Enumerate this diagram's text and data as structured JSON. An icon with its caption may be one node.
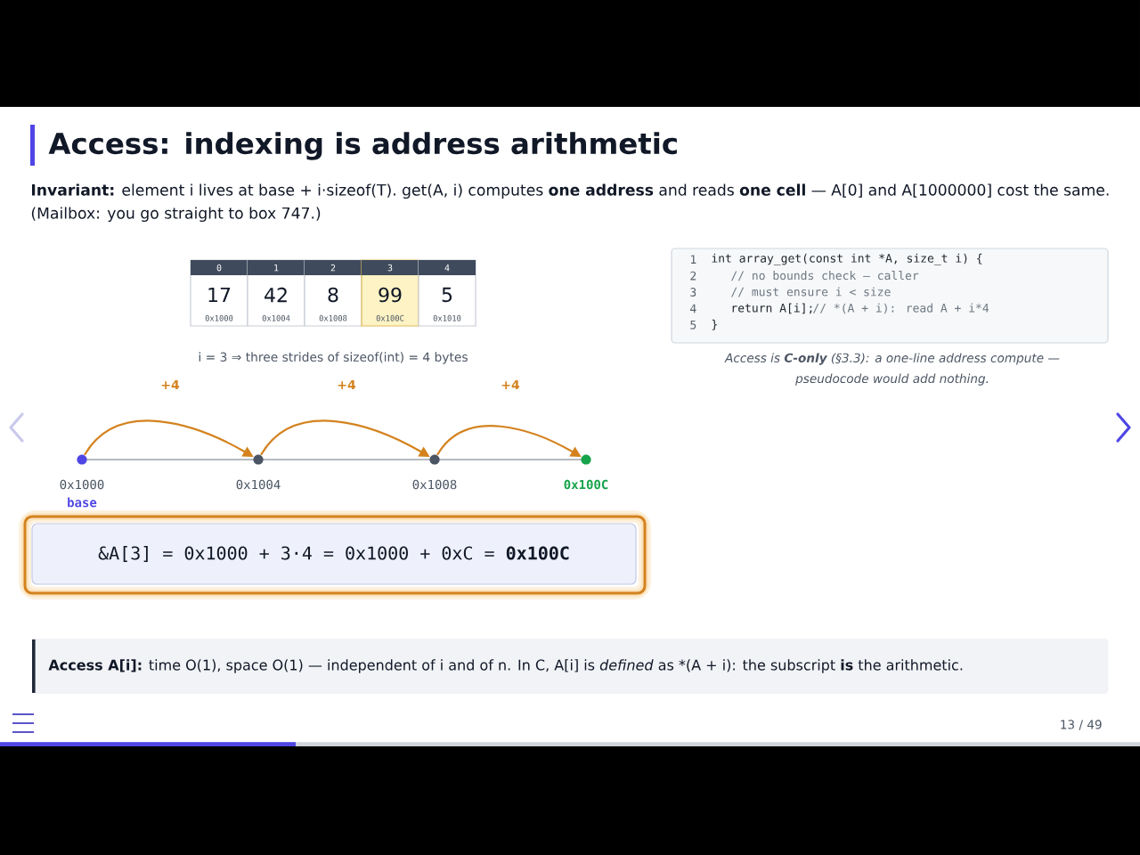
{
  "diagram": {
    "title": "Access: indexing is address arithmetic",
    "nodes": [
      {
        "text": [
          "0",
          "17",
          "0x1000"
        ]
      },
      {
        "text": [
          "1",
          "42",
          "0x1004"
        ]
      },
      {
        "text": [
          "2",
          "8",
          "0x1008"
        ]
      },
      {
        "text": [
          "3",
          "99",
          "0x100C"
        ]
      },
      {
        "text": [
          "4",
          "5",
          "0x1010"
        ]
      },
      {
        "text": [
          "1",
          "int array_get(const int *A, size_t i) {",
          "2",
          "// no bounds check — caller",
          "3",
          "// must ensure i < size",
          "4",
          "return A[i];",
          "// *(A + i): read A + i*4",
          "5",
          "}"
        ]
      },
      {
        "text": [],
        "shape": "circle",
        "beside": [
          "0x1000",
          "base"
        ]
      },
      {
        "text": [],
        "shape": "circle",
        "beside": [
          "0x1004"
        ]
      },
      {
        "text": [],
        "shape": "circle",
        "beside": [
          "0x1008"
        ]
      },
      {
        "text": [],
        "shape": "circle",
        "beside": [
          "0x100C"
        ]
      },
      {
        "text": [
          "&A[3] = 0x1000 + 3·4 = 0x1000 + 0xC = **0x100C**"
        ]
      },
      {
        "text": [
          "**Access A[i]:** time O(1), space O(1) — independent of i and of n. In C, A[i] is *defined* as *(A + i): the subscript **is** the arithmetic."
        ]
      }
    ],
    "edges": [
      {
        "from": 6,
        "to": 7,
        "arrow": "to",
        "label": "+4"
      },
      {
        "from": 7,
        "to": 8,
        "arrow": "to",
        "label": "+4"
      },
      {
        "from": 8,
        "to": 9,
        "arrow": "to",
        "label": "+4"
      }
    ],
    "labels": [
      "**Invariant:** element i lives at base + i·sizeof(T). get(A, i) computes **one address** and reads **one cell** — A[0] and A[1000000] cost the same. (Mailbox: you go straight to box 747.)",
      "i = 3 ⇒ three strides of sizeof(int) = 4 bytes",
      "Access is **C-only** (§3.3): a one-line address compute — pseudocode would add nothing.",
      "13 / 49"
    ]
  }
}
